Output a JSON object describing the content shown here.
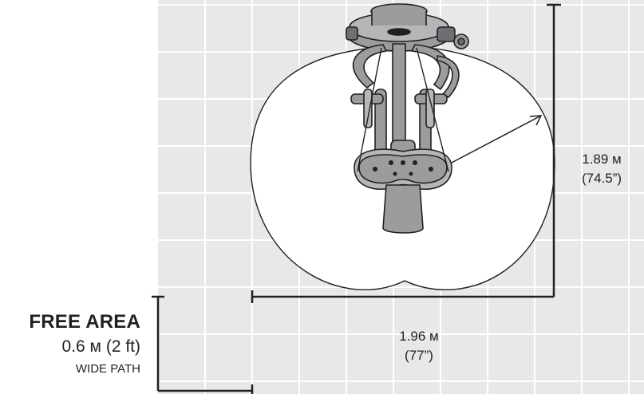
{
  "depth_dimension": {
    "metric": "1.89 м",
    "imperial": "(74.5”)"
  },
  "width_dimension": {
    "metric": "1.96 м",
    "imperial": "(77”)"
  },
  "free_area": {
    "title": "FREE AREA",
    "size": "0.6 м (2 ft)",
    "path": "WIDE PATH"
  },
  "colors": {
    "grid_fill": "#e8e8e9",
    "grid_line": "#ffffff",
    "line": "#231f20",
    "machine_fill": "#9b9c9e",
    "machine_dark": "#6e6f72"
  },
  "icons": {
    "equipment": "elliptical-cross-trainer-top-view-icon"
  }
}
